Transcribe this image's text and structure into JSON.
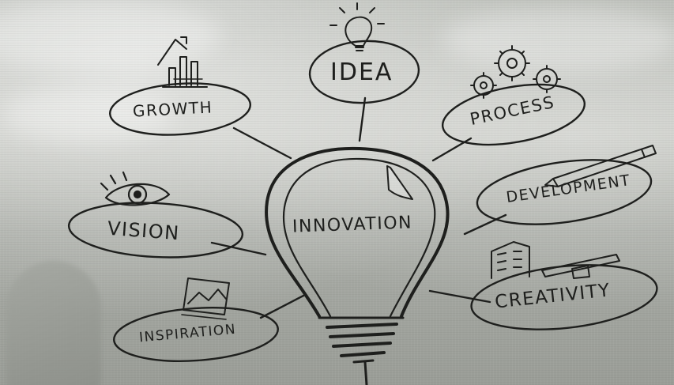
{
  "diagram": {
    "center": "INNOVATION",
    "nodes": [
      {
        "id": "growth",
        "label": "GROWTH",
        "icon": "factory-arrow-icon"
      },
      {
        "id": "idea",
        "label": "IDEA",
        "icon": "lightbulb-icon"
      },
      {
        "id": "process",
        "label": "PROCESS",
        "icon": "gears-icon"
      },
      {
        "id": "development",
        "label": "DEVELOPMENT",
        "icon": "pencil-icon"
      },
      {
        "id": "vision",
        "label": "VISION",
        "icon": "eye-icon"
      },
      {
        "id": "creativity",
        "label": "CREATIVITY",
        "icon": "building-tools-icon"
      },
      {
        "id": "inspiration",
        "label": "INSPIRATION",
        "icon": "picture-icon"
      }
    ]
  },
  "colors": {
    "ink": "#1e1f1d",
    "background": "#b9bcb6"
  }
}
